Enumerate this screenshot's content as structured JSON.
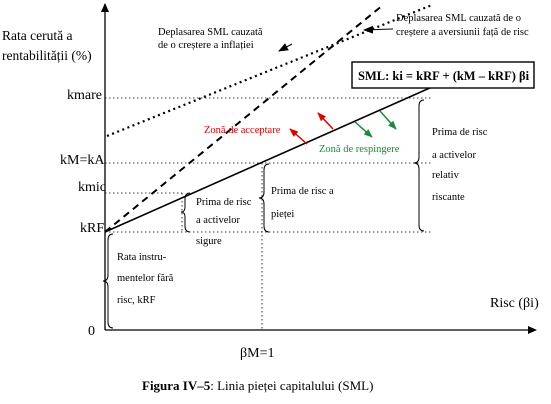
{
  "axes": {
    "y_label_line1": "Rata cerută a",
    "y_label_line2": "rentabilității (%)",
    "x_label": "Risc (βi)",
    "origin": "0"
  },
  "y_ticks": {
    "k_mare": "kmare",
    "k_m_k_a": "kM=kA",
    "k_mic": "kmic",
    "k_rf": "kRF"
  },
  "x_ticks": {
    "beta_m": "βM=1"
  },
  "annotations": {
    "inflation_line1": "Deplasarea SML cauzată",
    "inflation_line2": "de o creștere a inflației",
    "aversion_line1": "Deplasarea SML cauzată de o",
    "aversion_line2": "creștere a aversiunii față de risc",
    "acceptance_zone": "Zonă de acceptare",
    "rejection_zone": "Zonă de respingere",
    "safe_premium_line1": "Prima de risc",
    "safe_premium_line2": "a activelor",
    "safe_premium_line3": "sigure",
    "market_premium_line1": "Prima de risc a",
    "market_premium_line2": "pieței",
    "relative_premium_line1": "Prima de risc",
    "relative_premium_line2": "a activelor",
    "relative_premium_line3": "relativ",
    "relative_premium_line4": "riscante",
    "riskfree_line1": "Rata instru-",
    "riskfree_line2": "mentelor fără",
    "riskfree_line3": "risc, kRF"
  },
  "formula": "SML: ki = kRF + (kM – kRF) βi",
  "caption": {
    "label": "Figura IV–5",
    "text": ": Linia pieței capitalului (SML)"
  },
  "colors": {
    "acceptance": "#e00000",
    "rejection": "#1a8a3a",
    "line": "#000000"
  }
}
